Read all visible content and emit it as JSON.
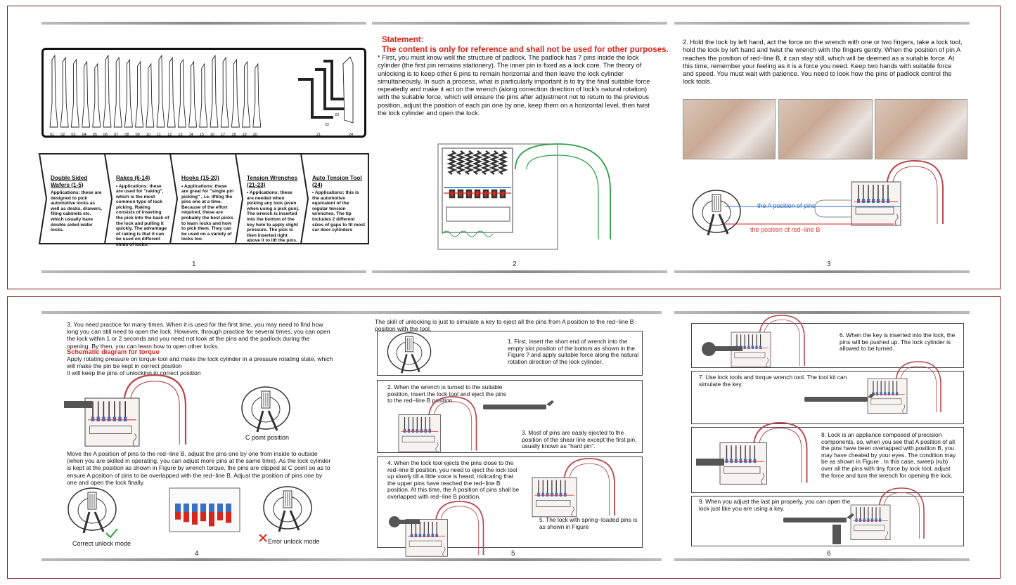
{
  "colors": {
    "accent_red": "#d7261c",
    "blue": "#2a6fc4",
    "green": "#2e9e46",
    "frame": "#7a1c1c"
  },
  "page_numbers": [
    "1",
    "2",
    "3",
    "4",
    "5",
    "6"
  ],
  "page1": {
    "tool_numbers": [
      "01",
      "02",
      "03",
      "04",
      "05",
      "06",
      "07",
      "08",
      "09",
      "10",
      "11",
      "12",
      "13",
      "14",
      "15",
      "16",
      "17",
      "18",
      "19",
      "20",
      "21",
      "22",
      "23",
      "24"
    ],
    "categories": [
      {
        "title": "Double Sided Wafers (1-5)",
        "text": "Applications: these are designed to pick automotive locks as well as desks, drawers, filing cabinets etc. which usually have double sided wafer locks."
      },
      {
        "title": "Rakes (6-14)",
        "text": "• Applications: these are used for \"raking\", which is the most common type of lock picking.  Raking consists of inserting the pick into the back of the lock and pulling it quickly. The advantage of raking is that it can be used on different kinds of locks."
      },
      {
        "title": "Hooks (15-20)",
        "text": "• Applications: these are great for \"single pin picking\" , i.e. lifting the pins one at a time. Because of the effort required, these are probably the best picks to learn locks and how to pick them. They can be used on a variety of locks too."
      },
      {
        "title": "Tension Wrenches (21-23)",
        "text": "• Applications: these are needed when picking any lock (even when using a pick gun). The wrench is inserted into the bottom of the key hole to apply slight pressure. The pick is then inserted right above it to lift the pins."
      },
      {
        "title": "Auto Tension Tool (24)",
        "text": "• Applications: this is the automotive equivalent of the regular tension wrenches. The tip includes 2 different sizes of gaps to fit most car door cylinders"
      }
    ]
  },
  "page2": {
    "statement_title": "Statement:",
    "statement_text": "The content is only for reference and shall not be used for other purposes.",
    "body": "* First, you must know well the structure of padlock. The padlock has 7 pins inside the lock cylinder (the first pin remains stationery). The inner pin is fixed as a lock core. The theory of unlocking is to keep other 6 pins to remain horizontal and then leave the lock cylinder simultaneously. In such a process, what is particularly important is to try the final suitable force repeatedly and make it act on the wrench (along correction direction of lock's natural rotation) with the suitable force, which will ensure the pins after adjustment not to return to the previous position, adjust the position of each pin one by one, keep them on a horizontal level, then twist the lock cylinder and open the lock."
  },
  "page3": {
    "body": "2. Hold the lock by left hand, act the force on the wrench with one or two fingers, take a lock tool, hold the lock by left hand and twist the wrench with the fingers gently. When the position of pin A reaches the position of red−line B, it can stay still, which will be deemed as a suitable force. At this time, remember your feeling as it is a force you need. Keep two hands with suitable force and speed. You must wait with patience. You need to look how the pins of padlock control the lock tools.",
    "label_a": "the A position of pins",
    "label_b": "the position of red−line B"
  },
  "page4": {
    "body1": "3. You need practice for many times. When it is used for the first time, you may need to find how long you can still need to open the lock. However, through practice for several times, you can open the lock within 1 or 2 seconds and you need not look at the pins and the padlock during the opening. By then, you can learn how to open other locks.",
    "heading": "Schematic diagram for torque",
    "body2": "Apply rotating pressure on torque tool and make the lock cylinder in a pressure rotating state, which will make the pin be kept in correct position\nIt will keep the pins of unlocking in correct position",
    "c_point": "C point position",
    "body3": "Move the A position of pins to the red−line B, adjust the pins one by one from inside to outside (when you are skilled in operating, you can adjust more pins at the same time). As the lock cylinder is kept at the position as shown in Figure by wrench torque, the pins are clipped at C point so as to ensure A position of pins to be overlapped with the red−line B. Adjust the position of pins one by one and open the lock finally.",
    "correct": "Correct unlock mode",
    "error": "Error unlock mode"
  },
  "page5": {
    "intro": "The skill of unlocking is just to simulate a key to eject all the pins from A position to the red−line B position with the tool.",
    "s1": "1. First, insert the short end of wrench into the empty slot position of the bottom as shown in the Figure ? and apply suitable force along the natural rotation direction of the lock cylinder.",
    "s2": "2. When the wrench is turned to the suitable position, insert the lock tool and eject the pins to the red−line B position.",
    "s3": "3. Most of pins are easily ejected to the position of the shear line except the first pin,  usually known as \"hard pin\".",
    "s4": "4. When the lock tool ejects the pins close to the red−line B position, you need to eject the lock tool up slowly till a little voice is heard, indicating that the upper pins have reached the red−line B position. At this time, the A position of pins shall be overlapped with red−line B position.",
    "s5": "5. The lock with spring−loaded pins is as shown in Figure"
  },
  "page6": {
    "s6": "6. When the key is inserted into the lock, the pins will be pushed up. The lock cylinder is allowed to be turned.",
    "s7": "7. Use lock tools and torque wrench tool. The tool kit can simulate the key.",
    "s8": "8. Lock is an appliance composed of precision components, so, when you see that A position of all the pins have been overlapped with position B, you may have cheated by your eyes. The condition may be as shown in Figure . In this case, sweep (rub) over all the pins with tiny force by lock tool, adjust the force and turn the  wrench for opening the lock.",
    "s9": "9. When you adjust the last pin properly, you can open the lock just like you are using a key."
  }
}
